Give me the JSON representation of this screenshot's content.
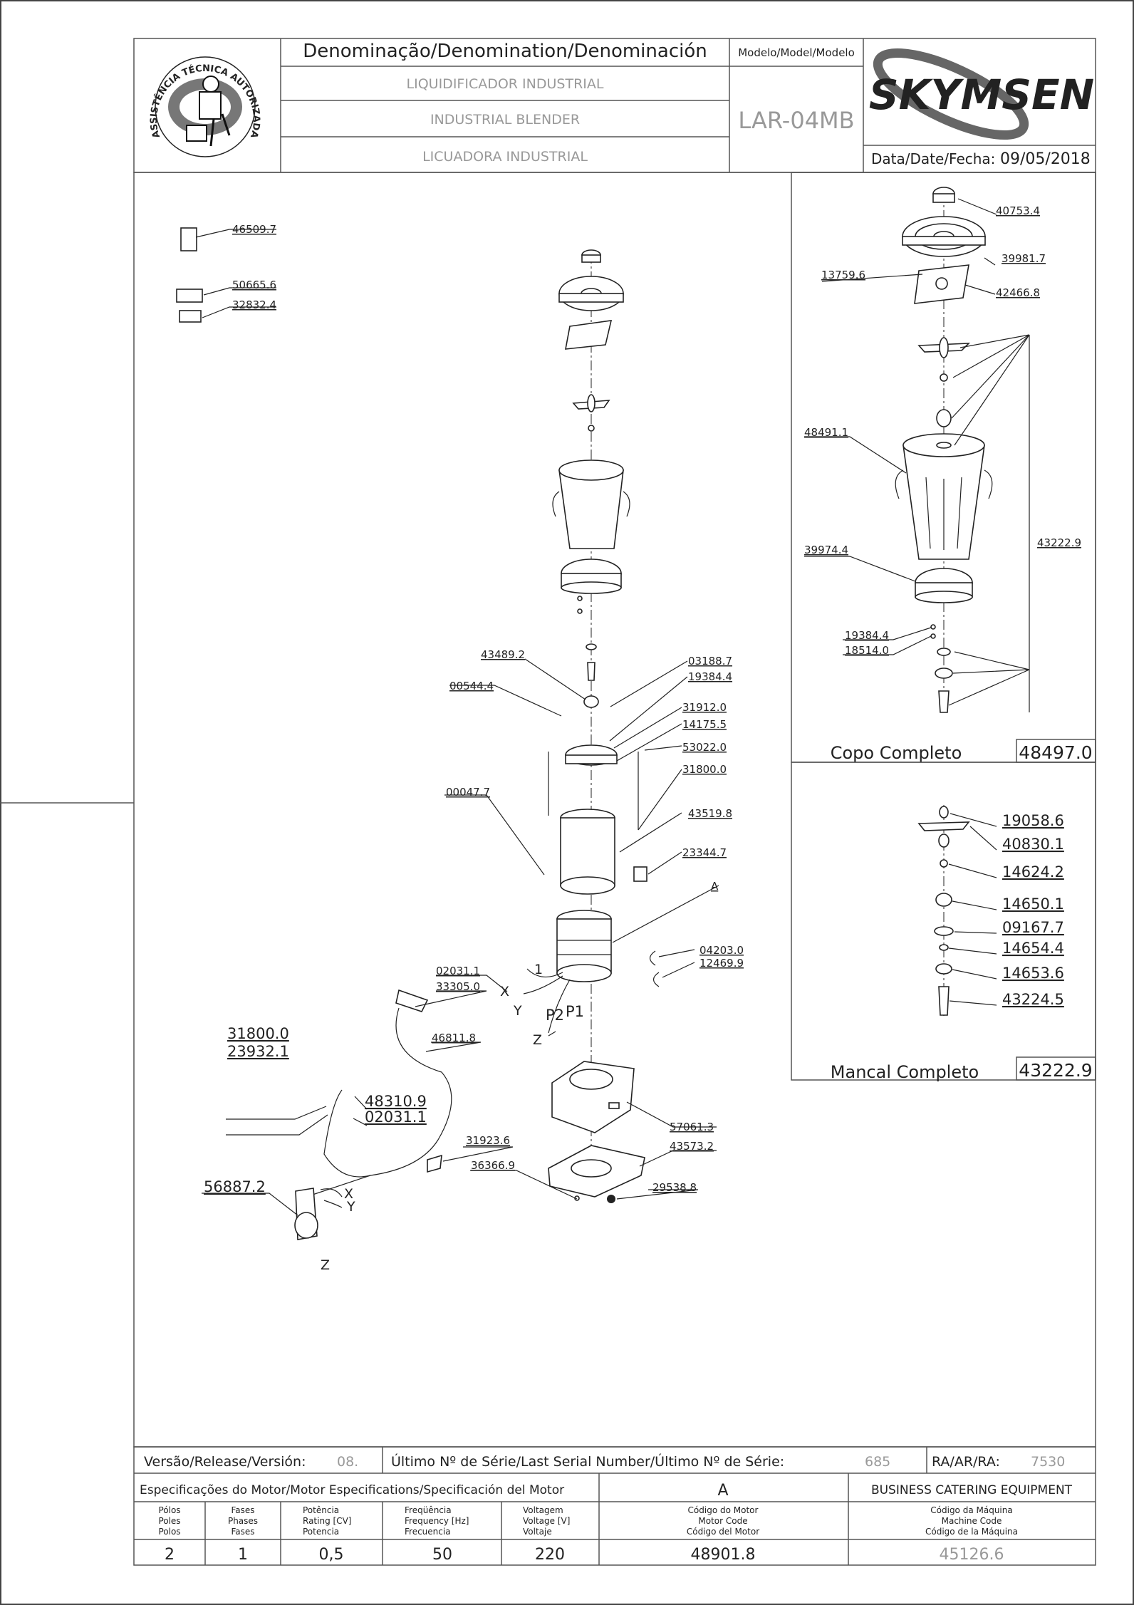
{
  "header": {
    "denomination_label": "Denominação/Denomination/Denominación",
    "name_pt": "LIQUIDIFICADOR INDUSTRIAL",
    "name_en": "INDUSTRIAL BLENDER",
    "name_es": "LICUADORA INDUSTRIAL",
    "model_label": "Modelo/Model/Modelo",
    "model_value": "LAR-04MB",
    "brand": "SKYMSEN",
    "date_label": "Data/Date/Fecha:",
    "date_value": "09/05/2018",
    "seal_text": "ASSISTÊNCIA TÉCNICA AUTORIZADA"
  },
  "main_labels": {
    "l46509": "46509.7",
    "l50665": "50665.6",
    "l32832": "32832.4",
    "l43489": "43489.2",
    "l03188": "03188.7",
    "l19384": "19384.4",
    "l00544": "00544.4",
    "l31912": "31912.0",
    "l14175": "14175.5",
    "l53022": "53022.0",
    "l31800a": "31800.0",
    "l00047": "00047.7",
    "l43519": "43519.8",
    "l23344": "23344.7",
    "lA": "A",
    "l04203": "04203.0",
    "l12469": "12469.9",
    "l02031a": "02031.1",
    "l33305": "33305.0",
    "l46811": "46811.8",
    "l31800b": "31800.0",
    "l23932": "23932.1",
    "l48310": "48310.9",
    "l02031b": "02031.1",
    "l31923": "31923.6",
    "l56887": "56887.2",
    "l57061": "57061.3",
    "l43573": "43573.2",
    "l36366": "36366.9",
    "l29538": "29538.8",
    "w1": "1",
    "wX": "X",
    "wY": "Y",
    "wP2": "P2",
    "wP1": "P1",
    "wZ": "Z",
    "wX2": "X",
    "wY2": "Y",
    "wZ2": "Z"
  },
  "copo": {
    "title": "Copo Completo",
    "code": "48497.0",
    "l40753": "40753.4",
    "l39981": "39981.7",
    "l13759": "13759.6",
    "l42466": "42466.8",
    "l48491": "48491.1",
    "l43222": "43222.9",
    "l39974": "39974.4",
    "l19384": "19384.4",
    "l18514": "18514.0"
  },
  "mancal": {
    "title": "Mancal Completo",
    "code": "43222.9",
    "l19058": "19058.6",
    "l40830": "40830.1",
    "l14624": "14624.2",
    "l14650": "14650.1",
    "l09167": "09167.7",
    "l14654": "14654.4",
    "l14653": "14653.6",
    "l43224": "43224.5"
  },
  "footer": {
    "version_label": "Versão/Release/Versión:",
    "version_value": "08.",
    "serial_label": "Último Nº de Série/Last Serial Number/Último Nº de Série:",
    "serial_value": "685",
    "ra_label": "RA/AR/RA:",
    "ra_value": "7530",
    "motor_spec_label": "Especificações do Motor/Motor Especifications/Specificación del Motor",
    "motor_variant": "A",
    "business": "BUSINESS CATERING EQUIPMENT",
    "columns": [
      {
        "h1": "Pólos",
        "h2": "Poles",
        "h3": "Polos",
        "value": "2"
      },
      {
        "h1": "Fases",
        "h2": "Phases",
        "h3": "Fases",
        "value": "1"
      },
      {
        "h1": "Potência",
        "h2": "Rating [CV]",
        "h3": "Potencia",
        "value": "0,5"
      },
      {
        "h1": "Freqüência",
        "h2": "Frequency [Hz]",
        "h3": "Frecuencia",
        "value": "50"
      },
      {
        "h1": "Voltagem",
        "h2": "Voltage [V]",
        "h3": "Voltaje",
        "value": "220"
      },
      {
        "h1": "Código do Motor",
        "h2": "Motor Code",
        "h3": "Código del Motor",
        "value": "48901.8"
      },
      {
        "h1": "Código da Máquina",
        "h2": "Machine Code",
        "h3": "Código de la Máquina",
        "value": "45126.6"
      }
    ]
  },
  "colors": {
    "line": "#222222",
    "frame": "#555555",
    "muted": "#999999"
  }
}
